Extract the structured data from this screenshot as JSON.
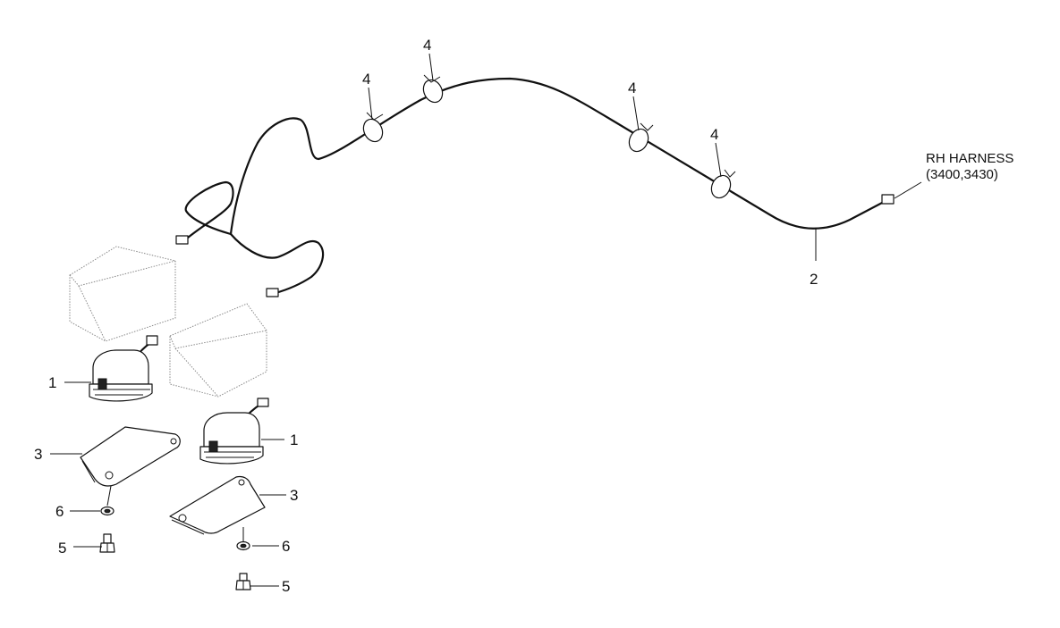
{
  "callouts": {
    "p1a": "1",
    "p1b": "1",
    "p2": "2",
    "p3a": "3",
    "p3b": "3",
    "p4a": "4",
    "p4b": "4",
    "p4c": "4",
    "p4d": "4",
    "p5a": "5",
    "p5b": "5",
    "p6a": "6",
    "p6b": "6"
  },
  "note": {
    "line1": "RH HARNESS",
    "line2": "(3400,3430)"
  }
}
